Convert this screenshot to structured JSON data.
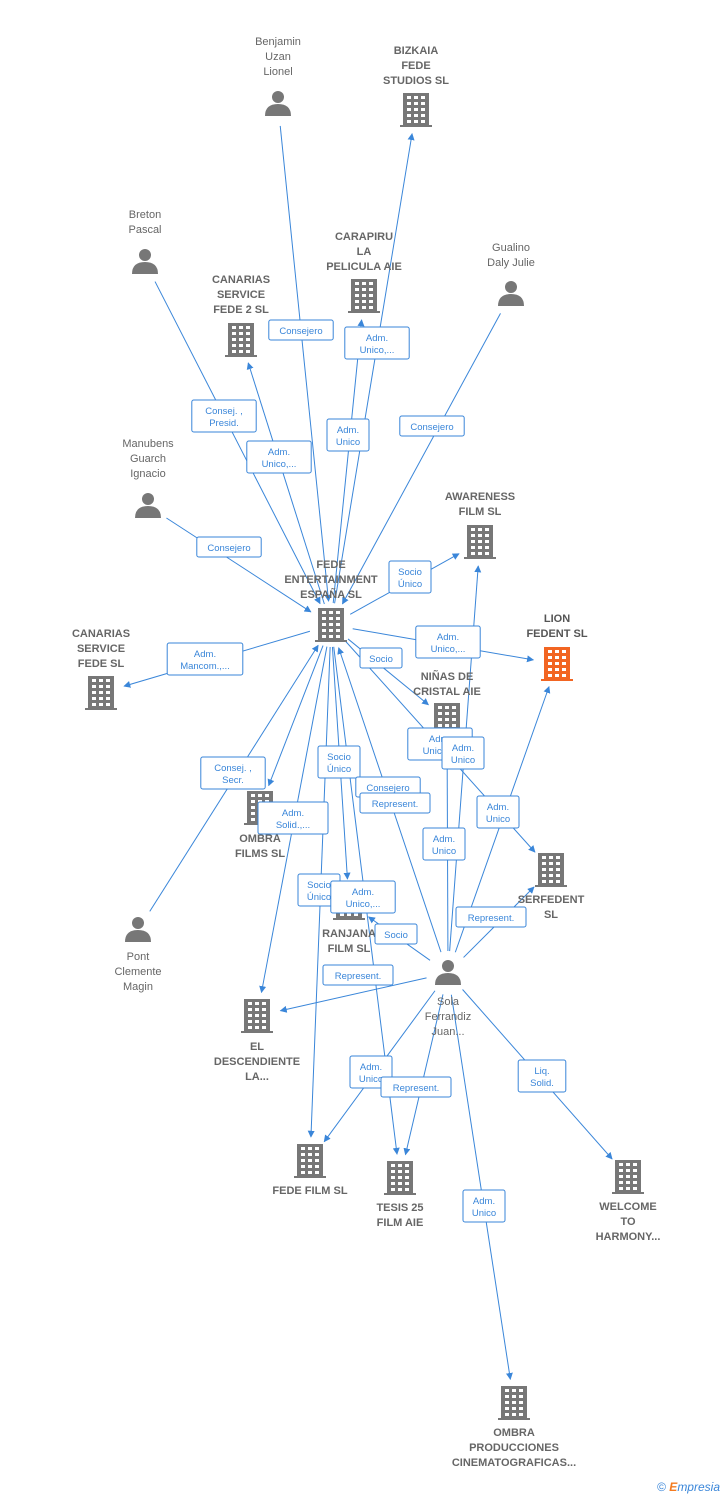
{
  "colors": {
    "edge": "#3a86d9",
    "node": "#777777",
    "highlight": "#f26522",
    "label": "#666666"
  },
  "nodes": [
    {
      "id": "benjamin",
      "type": "person",
      "lines": [
        "Benjamin",
        "Uzan",
        "Lionel"
      ]
    },
    {
      "id": "bizkaia",
      "type": "company",
      "lines": [
        "BIZKAIA",
        "FEDE",
        "STUDIOS  SL"
      ]
    },
    {
      "id": "breton",
      "type": "person",
      "lines": [
        "Breton",
        "Pascal"
      ]
    },
    {
      "id": "carapiru",
      "type": "company",
      "lines": [
        "CARAPIRU",
        "LA",
        "PELICULA AIE"
      ]
    },
    {
      "id": "gualino",
      "type": "person",
      "lines": [
        "Gualino",
        "Daly Julie"
      ]
    },
    {
      "id": "canarias2",
      "type": "company",
      "lines": [
        "CANARIAS",
        "SERVICE",
        "FEDE 2  SL"
      ]
    },
    {
      "id": "manubens",
      "type": "person",
      "lines": [
        "Manubens",
        "Guarch",
        "Ignacio"
      ]
    },
    {
      "id": "awareness",
      "type": "company",
      "lines": [
        "AWARENESS",
        "FILM  SL"
      ]
    },
    {
      "id": "fede",
      "type": "company",
      "lines": [
        "FEDE",
        "ENTERTAINMENT",
        "ESPAÑA  SL"
      ]
    },
    {
      "id": "lion",
      "type": "company-highlight",
      "lines": [
        "LION",
        "FEDENT  SL"
      ]
    },
    {
      "id": "canarias",
      "type": "company",
      "lines": [
        "CANARIAS",
        "SERVICE",
        "FEDE  SL"
      ]
    },
    {
      "id": "ninas",
      "type": "company",
      "lines": [
        "NIÑAS DE",
        "CRISTAL AIE"
      ]
    },
    {
      "id": "ombrafilms",
      "type": "company",
      "lines": [
        "OMBRA",
        "FILMS SL"
      ]
    },
    {
      "id": "serfedent",
      "type": "company",
      "lines": [
        "SERFEDENT",
        "SL"
      ]
    },
    {
      "id": "ranjana",
      "type": "company",
      "lines": [
        "RANJANA",
        "FILM  SL"
      ]
    },
    {
      "id": "pont",
      "type": "person",
      "lines": [
        "Pont",
        "Clemente",
        "Magin"
      ]
    },
    {
      "id": "sola",
      "type": "person",
      "lines": [
        "Sola",
        "Ferrandiz",
        "Juan..."
      ]
    },
    {
      "id": "descendiente",
      "type": "company",
      "lines": [
        "EL",
        "DESCENDIENTE",
        "LA..."
      ]
    },
    {
      "id": "fedefilm",
      "type": "company",
      "lines": [
        "FEDE FILM  SL"
      ]
    },
    {
      "id": "tesis",
      "type": "company",
      "lines": [
        "TESIS 25",
        "FILM AIE"
      ]
    },
    {
      "id": "welcome",
      "type": "company",
      "lines": [
        "WELCOME",
        "TO",
        "HARMONY..."
      ]
    },
    {
      "id": "ombraprod",
      "type": "company",
      "lines": [
        "OMBRA",
        "PRODUCCIONES",
        "CINEMATOGRAFICAS..."
      ]
    }
  ],
  "edges": [
    {
      "from": "benjamin",
      "to": "fede",
      "label": [
        "Consejero"
      ]
    },
    {
      "from": "fede",
      "to": "bizkaia",
      "label": [
        "Adm.",
        "Unico,..."
      ]
    },
    {
      "from": "breton",
      "to": "fede",
      "label": [
        "Consej. ,",
        "Presid."
      ]
    },
    {
      "from": "fede",
      "to": "carapiru",
      "label": [
        "Adm.",
        "Unico"
      ]
    },
    {
      "from": "gualino",
      "to": "fede",
      "label": [
        "Consejero"
      ]
    },
    {
      "from": "fede",
      "to": "canarias2",
      "label": [
        "Adm.",
        "Unico,..."
      ]
    },
    {
      "from": "manubens",
      "to": "fede",
      "label": [
        "Consejero"
      ]
    },
    {
      "from": "fede",
      "to": "awareness",
      "label": [
        "Socio",
        "Único"
      ]
    },
    {
      "from": "fede",
      "to": "lion",
      "label": [
        "Adm.",
        "Unico,..."
      ]
    },
    {
      "from": "fede",
      "to": "canarias",
      "label": [
        "Adm.",
        "Mancom.,..."
      ]
    },
    {
      "from": "fede",
      "to": "ninas",
      "label": [
        "Socio"
      ]
    },
    {
      "from": "fede",
      "to": "serfedent",
      "label": [
        "Adm.",
        "Unico,..."
      ]
    },
    {
      "from": "pont",
      "to": "fede",
      "label": [
        "Consej. ,",
        "Secr."
      ]
    },
    {
      "from": "fede",
      "to": "ranjana",
      "label": [
        "Socio",
        "Único"
      ]
    },
    {
      "from": "fede",
      "to": "ombrafilms",
      "label": [
        "Adm.",
        "Solid.,..."
      ]
    },
    {
      "from": "fede",
      "to": "descendiente",
      "label": [
        "Adm.",
        "Unico"
      ]
    },
    {
      "from": "fede",
      "to": "fedefilm",
      "label": [
        "Socio",
        "Único"
      ]
    },
    {
      "from": "fede",
      "to": "tesis",
      "label": [
        "Adm.",
        "Unico,..."
      ]
    },
    {
      "from": "sola",
      "to": "fede",
      "label": [
        "Consejero"
      ]
    },
    {
      "from": "sola",
      "to": "ninas",
      "label": [
        "Adm.",
        "Unico"
      ]
    },
    {
      "from": "sola",
      "to": "awareness",
      "label": [
        "Adm.",
        "Unico"
      ]
    },
    {
      "from": "sola",
      "to": "lion",
      "label": [
        "Represent."
      ]
    },
    {
      "from": "sola",
      "to": "serfedent",
      "label": [
        "Represent."
      ]
    },
    {
      "from": "sola",
      "to": "ranjana",
      "label": [
        "Socio"
      ]
    },
    {
      "from": "sola",
      "to": "descendiente",
      "label": [
        "Represent."
      ]
    },
    {
      "from": "sola",
      "to": "fedefilm",
      "label": [
        "Adm.",
        "Unico"
      ]
    },
    {
      "from": "sola",
      "to": "tesis",
      "label": [
        "Represent."
      ]
    },
    {
      "from": "sola",
      "to": "welcome",
      "label": [
        "Liq.",
        "Solid."
      ]
    },
    {
      "from": "sola",
      "to": "ombraprod",
      "label": [
        "Adm.",
        "Unico"
      ]
    }
  ],
  "footer": {
    "copyright": "©",
    "brand_e": "E",
    "brand_rest": "mpresia"
  }
}
